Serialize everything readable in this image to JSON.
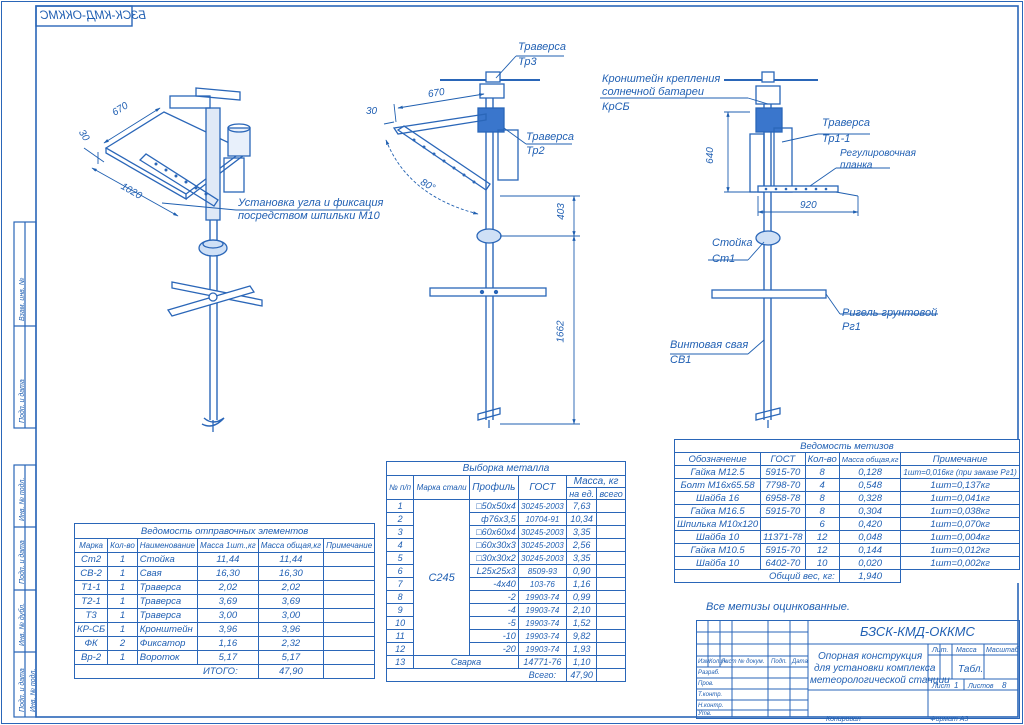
{
  "sheet": {
    "code": "БЗСК-КМД-ОККМС",
    "code_mirrored": "БЗСК-КМД-ОККМС",
    "side_labels": [
      "Взам. инв. №",
      "Подп. и дата",
      "Инв. № подл.",
      "Подп. и дата",
      "Инв. № дубл.",
      "Подп. и дата",
      "Инв. № подл."
    ]
  },
  "views": {
    "iso": {
      "dim_670": "670",
      "dim_30": "30",
      "dim_1020": "1020",
      "note_line1": "Установка угла и фиксация",
      "note_line2": "посредством шпильки М10"
    },
    "front": {
      "traverse3_label": "Траверса",
      "traverse3_mark": "Тр3",
      "traverse2_label": "Траверса",
      "traverse2_mark": "Тр2",
      "dim_670": "670",
      "dim_30": "30",
      "angle": "80°",
      "dim_403": "403",
      "dim_1662": "1662"
    },
    "side": {
      "bracket_line1": "Кронштейн крепления",
      "bracket_line2": "солнечной батареи",
      "bracket_mark": "КрСБ",
      "traverse_label": "Траверса",
      "traverse_mark": "Тр1-1",
      "plank_line1": "Регулировочная",
      "plank_line2": "планка",
      "dim_640": "640",
      "dim_920": "920",
      "post_label": "Стойка",
      "post_mark": "Ст1",
      "crossbar_label": "Ригель грунтовой",
      "crossbar_mark": "Рг1",
      "pile_label": "Винтовая свая",
      "pile_mark": "СВ1"
    }
  },
  "shipping": {
    "title": "Ведомость отправочных элементов",
    "headers": [
      "Марка",
      "Кол-во",
      "Наименование",
      "Масса 1шт.,кг",
      "Масса общая,кг",
      "Примечание"
    ],
    "rows": [
      [
        "Ст2",
        "1",
        "Стойка",
        "11,44",
        "11,44",
        ""
      ],
      [
        "СВ-2",
        "1",
        "Свая",
        "16,30",
        "16,30",
        ""
      ],
      [
        "Т1-1",
        "1",
        "Траверса",
        "2,02",
        "2,02",
        ""
      ],
      [
        "Т2-1",
        "1",
        "Траверса",
        "3,69",
        "3,69",
        ""
      ],
      [
        "Т3",
        "1",
        "Траверса",
        "3,00",
        "3,00",
        ""
      ],
      [
        "КР-СБ",
        "1",
        "Кронштейн",
        "3,96",
        "3,96",
        ""
      ],
      [
        "ФК",
        "2",
        "Фиксатор",
        "1,16",
        "2,32",
        ""
      ],
      [
        "Вр-2",
        "1",
        "Вороток",
        "5,17",
        "5,17",
        ""
      ]
    ],
    "total_label": "ИТОГО:",
    "total_value": "47,90"
  },
  "metal": {
    "title": "Выборка металла",
    "h_num": "№ п/п",
    "h_grade": "Марка стали",
    "h_profile": "Профиль",
    "h_gost": "ГОСТ",
    "h_mass": "Масса, кг",
    "h_per": "на ед.",
    "h_all": "всего",
    "grade": "С245",
    "rows": [
      [
        "1",
        "□50x50x4",
        "30245-2003",
        "7,63"
      ],
      [
        "2",
        "ф76x3,5",
        "10704-91",
        "10,34"
      ],
      [
        "3",
        "□60x60x4",
        "30245-2003",
        "3,35"
      ],
      [
        "4",
        "□60x30x3",
        "30245-2003",
        "2,56"
      ],
      [
        "5",
        "□30x30x2",
        "30245-2003",
        "3,35"
      ],
      [
        "6",
        "L25x25x3",
        "8509-93",
        "0,90"
      ],
      [
        "7",
        "-4x40",
        "103-76",
        "1,16"
      ],
      [
        "8",
        "-2",
        "19903-74",
        "0,99"
      ],
      [
        "9",
        "-4",
        "19903-74",
        "2,10"
      ],
      [
        "10",
        "-5",
        "19903-74",
        "1,52"
      ],
      [
        "11",
        "-10",
        "19903-74",
        "9,82"
      ],
      [
        "12",
        "-20",
        "19903-74",
        "1,93"
      ]
    ],
    "weld_num": "13",
    "weld_label": "Сварка",
    "weld_gost": "14771-76",
    "weld_mass": "1,10",
    "total_label": "Всего:",
    "total_value": "47,90"
  },
  "hardware": {
    "title": "Ведомость метизов",
    "headers": [
      "Обозначение",
      "ГОСТ",
      "Кол-во",
      "Масса общая,кг",
      "Примечание"
    ],
    "rows": [
      [
        "Гайка М12.5",
        "5915-70",
        "8",
        "0,128",
        "1шт=0,016кг (при заказе Рг1)"
      ],
      [
        "Болт М16x65.58",
        "7798-70",
        "4",
        "0,548",
        "1шт=0,137кг"
      ],
      [
        "Шайба 16",
        "6958-78",
        "8",
        "0,328",
        "1шт=0,041кг"
      ],
      [
        "Гайка М16.5",
        "5915-70",
        "8",
        "0,304",
        "1шт=0,038кг"
      ],
      [
        "Шпилька М10x120",
        "",
        "6",
        "0,420",
        "1шт=0,070кг"
      ],
      [
        "Шайба 10",
        "11371-78",
        "12",
        "0,048",
        "1шт=0,004кг"
      ],
      [
        "Гайка М10.5",
        "5915-70",
        "12",
        "0,144",
        "1шт=0,012кг"
      ],
      [
        "Шайба 10",
        "6402-70",
        "10",
        "0,020",
        "1шт=0,002кг"
      ]
    ],
    "total_label": "Общий вес, кг:",
    "total_value": "1,940",
    "note": "Все метизы оцинкованные."
  },
  "stamp": {
    "code": "БЗСК-КМД-ОККМС",
    "title1": "Опорная конструкция",
    "title2": "для установки комплекса",
    "title3": "метеорологической станции",
    "col_lit": "Лит.",
    "col_mass": "Масса",
    "col_scale": "Масштаб",
    "mass_value": "Табл.",
    "sheet_label": "Лист",
    "sheet_value": "1",
    "sheets_label": "Листов",
    "sheets_value": "8",
    "row_labels": [
      "Изм.",
      "Кол.уч",
      "Лист",
      "№ докум.",
      "Подп.",
      "Дата"
    ],
    "roles": [
      "Разраб.",
      "Пров.",
      "Т.контр.",
      "",
      "Н.контр.",
      "Утв."
    ],
    "copied": "Копировал",
    "format": "Формат   А3"
  }
}
